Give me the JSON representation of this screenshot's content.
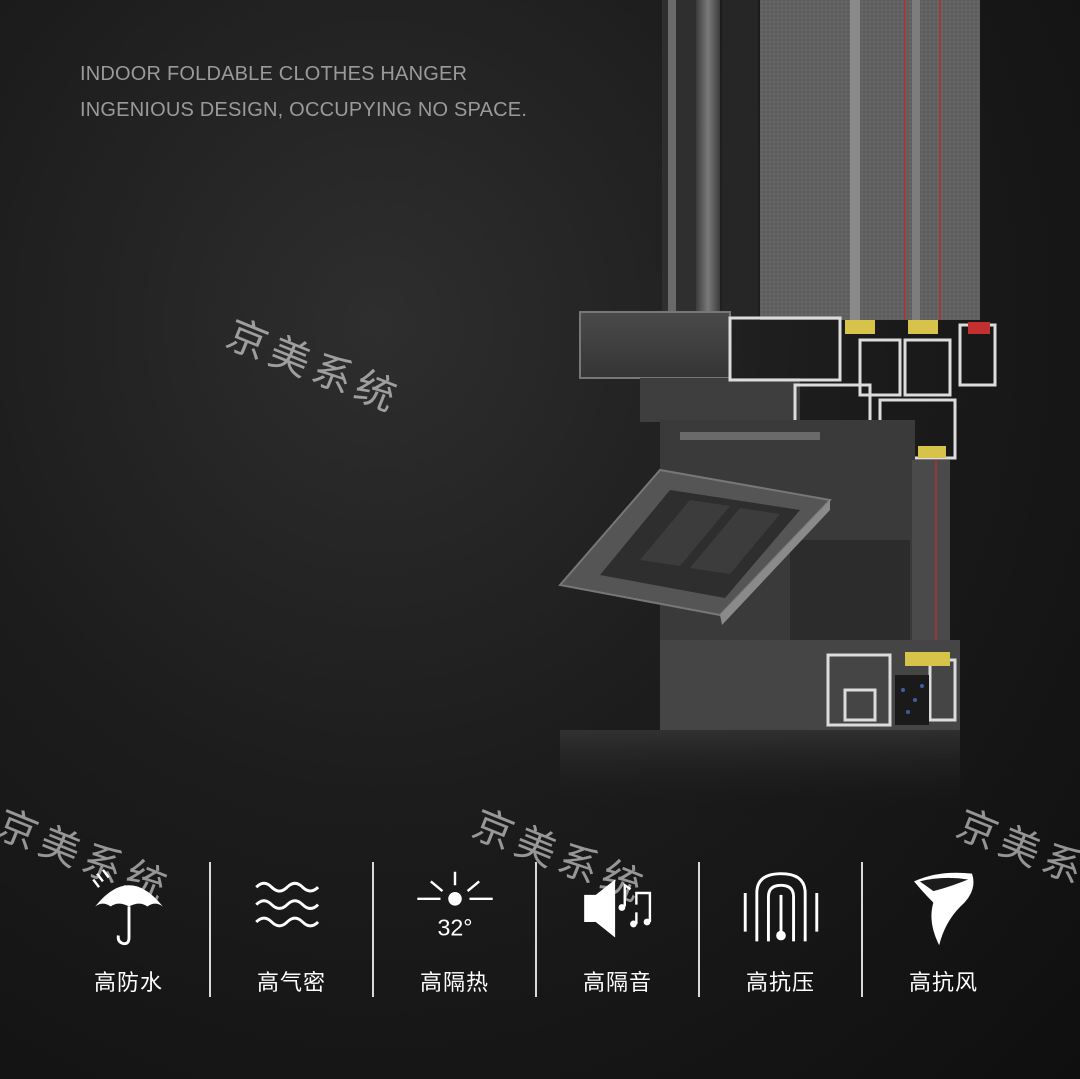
{
  "headline": {
    "line1": "INDOOR FOLDABLE CLOTHES HANGER",
    "line2": "INGENIOUS DESIGN, OCCUPYING NO SPACE."
  },
  "watermark": "京美系统",
  "features": [
    {
      "label": "高防水",
      "icon": "umbrella-rain-icon"
    },
    {
      "label": "高气密",
      "icon": "air-waves-icon"
    },
    {
      "label": "高隔热",
      "icon": "sun-temperature-icon",
      "value": "32°"
    },
    {
      "label": "高隔音",
      "icon": "speaker-music-icon"
    },
    {
      "label": "高抗压",
      "icon": "pressure-icon"
    },
    {
      "label": "高抗风",
      "icon": "wind-icon"
    }
  ],
  "colors": {
    "background": "#1c1c1c",
    "headline_text": "#9a9a9a",
    "frame_metal": "#555555",
    "divider": "#d9d9d9"
  }
}
